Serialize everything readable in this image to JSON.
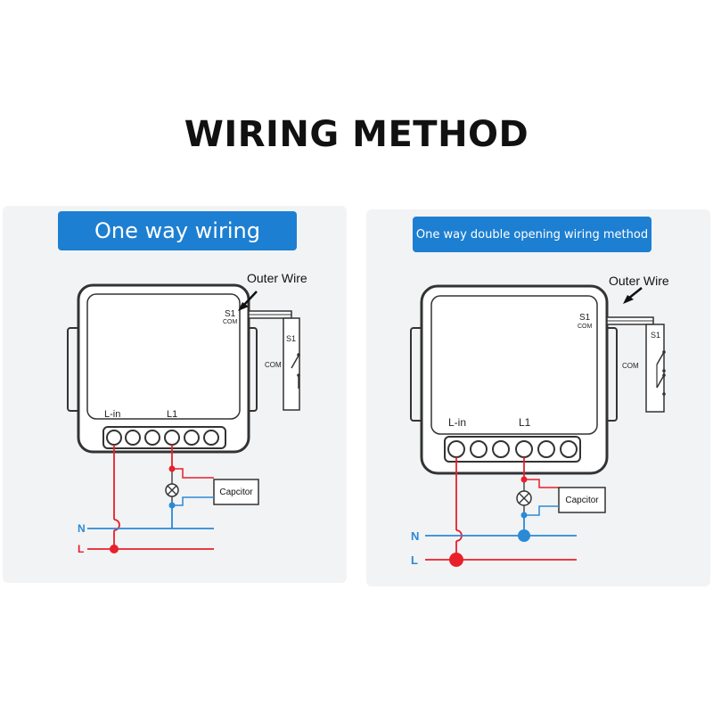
{
  "title": "WIRING METHOD",
  "left": {
    "header": "One way wiring",
    "outer_wire": "Outer Wire",
    "device_s1": "S1",
    "device_com": "COM",
    "switch_s1": "S1",
    "switch_com": "COM",
    "term_lin": "L-in",
    "term_l1": "L1",
    "capacitor": "Capcitor",
    "line_n": "N",
    "line_l": "L"
  },
  "right": {
    "header": "One way double opening wiring method",
    "outer_wire": "Outer Wire",
    "device_s1": "S1",
    "device_com": "COM",
    "switch_s1": "S1",
    "switch_com": "COM",
    "term_lin": "L-in",
    "term_l1": "L1",
    "capacitor": "Capcitor",
    "line_n": "N",
    "line_l": "L"
  },
  "colors": {
    "header_bg": "#1d7fd1",
    "live": "#e8202a",
    "neutral": "#2a8ad6",
    "outline": "#333333",
    "panel_bg": "#f2f3f5"
  }
}
